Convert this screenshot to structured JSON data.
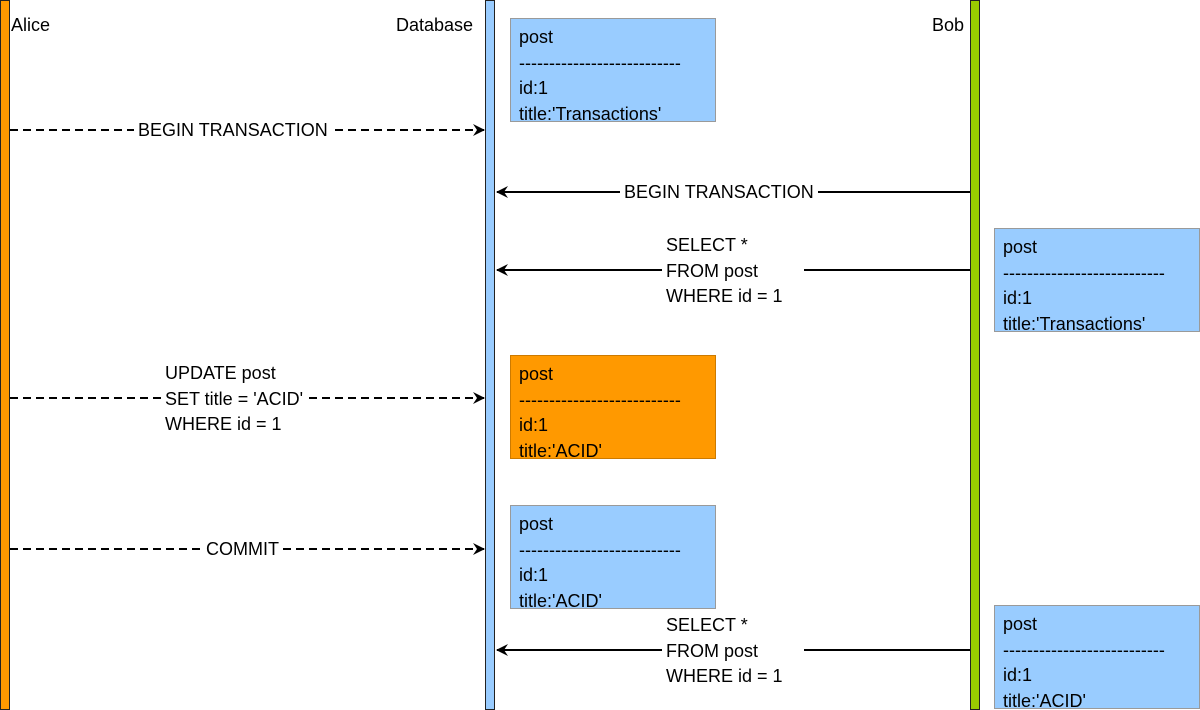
{
  "actors": {
    "alice": {
      "label": "Alice",
      "color": "#ff9900"
    },
    "database": {
      "label": "Database",
      "color": "#99ccff"
    },
    "bob": {
      "label": "Bob",
      "color": "#99cc00"
    }
  },
  "messages": [
    {
      "from": "Alice",
      "to": "Database",
      "style": "dashed",
      "lines": [
        "BEGIN TRANSACTION"
      ]
    },
    {
      "from": "Bob",
      "to": "Database",
      "style": "solid",
      "lines": [
        "BEGIN TRANSACTION"
      ]
    },
    {
      "from": "Bob",
      "to": "Database",
      "style": "solid",
      "lines": [
        "SELECT *",
        "FROM post",
        "WHERE id = 1"
      ]
    },
    {
      "from": "Alice",
      "to": "Database",
      "style": "dashed",
      "lines": [
        "UPDATE post",
        "SET title = 'ACID'",
        "WHERE id = 1"
      ]
    },
    {
      "from": "Alice",
      "to": "Database",
      "style": "dashed",
      "lines": [
        "COMMIT"
      ]
    },
    {
      "from": "Bob",
      "to": "Database",
      "style": "solid",
      "lines": [
        "SELECT *",
        "FROM post",
        "WHERE id = 1"
      ]
    }
  ],
  "records": [
    {
      "owner": "Database",
      "color": "#99ccff",
      "name": "post",
      "separator": "---------------------------",
      "id": "id:1",
      "title": "title:'Transactions'"
    },
    {
      "owner": "Bob",
      "color": "#99ccff",
      "name": "post",
      "separator": "---------------------------",
      "id": "id:1",
      "title": "title:'Transactions'"
    },
    {
      "owner": "Database",
      "color": "#ff9900",
      "name": "post",
      "separator": "---------------------------",
      "id": "id:1",
      "title": "title:'ACID'"
    },
    {
      "owner": "Database",
      "color": "#99ccff",
      "name": "post",
      "separator": "---------------------------",
      "id": "id:1",
      "title": "title:'ACID'"
    },
    {
      "owner": "Bob",
      "color": "#99ccff",
      "name": "post",
      "separator": "---------------------------",
      "id": "id:1",
      "title": "title:'ACID'"
    }
  ]
}
